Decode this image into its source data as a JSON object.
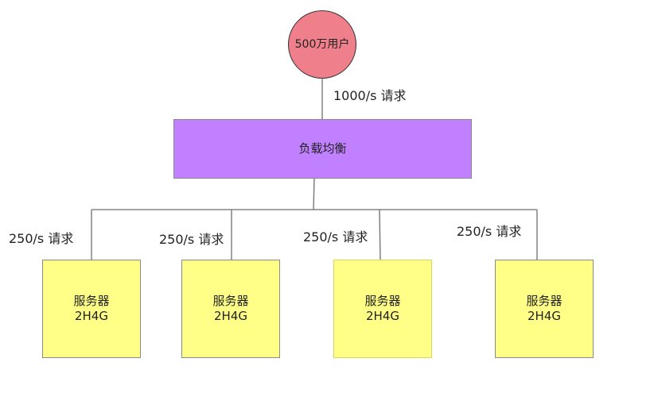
{
  "colors": {
    "user": "#f07f8c",
    "load_balancer": "#c080ff",
    "server": "#ffff88",
    "line": "#6e6e6e"
  },
  "users": {
    "label": "500万用户"
  },
  "load_balancer": {
    "label": "负载均衡"
  },
  "edges": {
    "users_to_lb": "1000/s 请求",
    "lb_to_servers": [
      "250/s 请求",
      "250/s 请求",
      "250/s 请求",
      "250/s 请求"
    ]
  },
  "servers": [
    {
      "name": "服务器",
      "spec": "2H4G"
    },
    {
      "name": "服务器",
      "spec": "2H4G"
    },
    {
      "name": "服务器",
      "spec": "2H4G"
    },
    {
      "name": "服务器",
      "spec": "2H4G"
    }
  ]
}
